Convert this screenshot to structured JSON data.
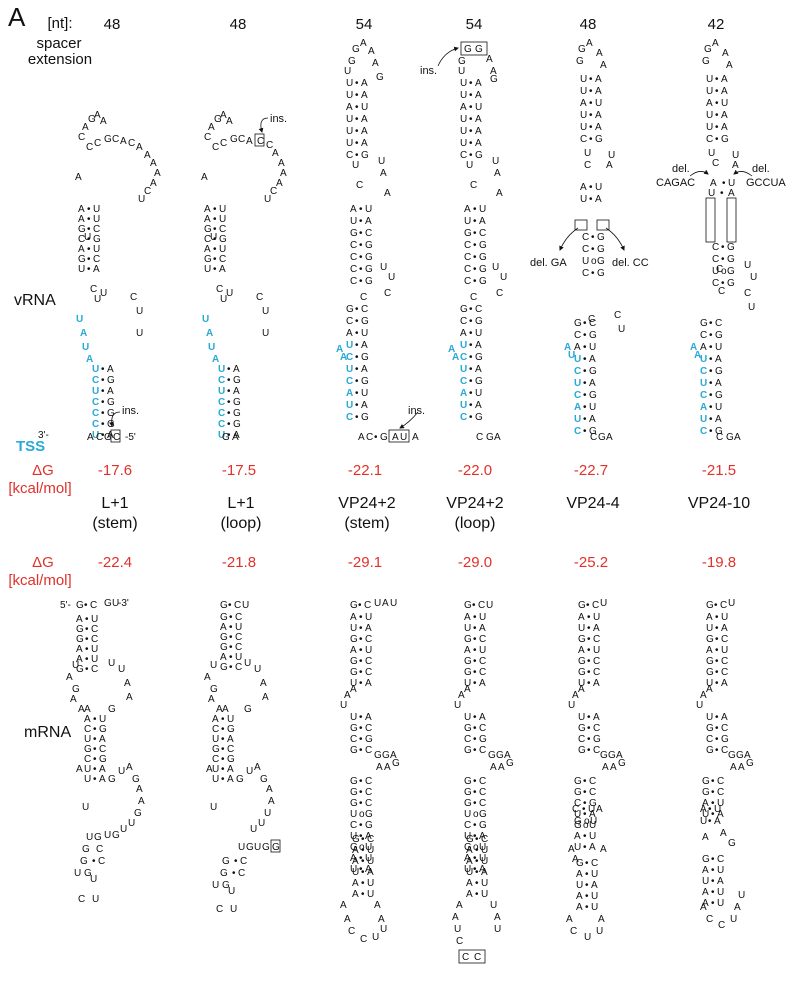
{
  "panel": "A",
  "header": {
    "unit_label": "[nt]:",
    "spacer_label": "spacer",
    "extension_label": "extension",
    "spacer_lengths": [
      "48",
      "48",
      "54",
      "54",
      "48",
      "42"
    ]
  },
  "rows": {
    "vrna": "vRNA",
    "mrna": "mRNA",
    "tss": "TSS",
    "dg_symbol": "ΔG",
    "dg_unit": "[kcal/mol]"
  },
  "vrna_dg": [
    "-17.6",
    "-17.5",
    "-22.1",
    "-22.0",
    "-22.7",
    "-21.5"
  ],
  "mrna_dg": [
    "-22.4",
    "-21.8",
    "-29.1",
    "-29.0",
    "-25.2",
    "-19.8"
  ],
  "constructs": [
    {
      "name": "L+1",
      "sub": "(stem)"
    },
    {
      "name": "L+1",
      "sub": "(loop)"
    },
    {
      "name": "VP24+2",
      "sub": "(stem)"
    },
    {
      "name": "VP24+2",
      "sub": "(loop)"
    },
    {
      "name": "VP24-4",
      "sub": ""
    },
    {
      "name": "VP24-10",
      "sub": ""
    }
  ],
  "annotations": {
    "ins": "ins.",
    "del_ga": "del. GA",
    "del_cc": "del. CC",
    "del": "del.",
    "cagac": "CAGAC",
    "gccua": "GCCUA",
    "ends_3_5": "3'-",
    "ends_5": "-5'",
    "mrna_5": "5'-",
    "mrna_3": "-3'"
  },
  "stem_pairs": {
    "v1": [
      [
        "A",
        "U"
      ],
      [
        "A",
        "U"
      ],
      [
        "G",
        "C"
      ],
      [
        "C",
        "G"
      ],
      [
        "A",
        "U"
      ],
      [
        "G",
        "C"
      ],
      [
        "U",
        "A"
      ]
    ],
    "v1b": [
      [
        "U",
        "A"
      ],
      [
        "C",
        "G"
      ],
      [
        "U",
        "A"
      ],
      [
        "C",
        "G"
      ],
      [
        "C",
        "G"
      ],
      [
        "C",
        "G"
      ],
      [
        "U",
        "A"
      ]
    ],
    "v3a": [
      [
        "U",
        "A"
      ],
      [
        "U",
        "A"
      ],
      [
        "A",
        "U"
      ],
      [
        "U",
        "A"
      ],
      [
        "U",
        "A"
      ],
      [
        "U",
        "A"
      ],
      [
        "C",
        "G"
      ]
    ],
    "v3b": [
      [
        "A",
        "U"
      ],
      [
        "U",
        "A"
      ],
      [
        "G",
        "C"
      ],
      [
        "C",
        "G"
      ],
      [
        "C",
        "G"
      ],
      [
        "C",
        "G"
      ],
      [
        "C",
        "G"
      ]
    ],
    "v3c": [
      [
        "G",
        "C"
      ],
      [
        "C",
        "G"
      ],
      [
        "A",
        "U"
      ],
      [
        "U",
        "A"
      ],
      [
        "C",
        "G"
      ],
      [
        "U",
        "A"
      ],
      [
        "C",
        "G"
      ],
      [
        "A",
        "U"
      ],
      [
        "U",
        "A"
      ],
      [
        "C",
        "G"
      ]
    ],
    "v5a": [
      [
        "U",
        "A"
      ],
      [
        "U",
        "A"
      ],
      [
        "A",
        "U"
      ],
      [
        "U",
        "A"
      ],
      [
        "U",
        "A"
      ],
      [
        "C",
        "G"
      ]
    ],
    "v5b": [
      [
        "A",
        "U"
      ],
      [
        "U",
        "A"
      ]
    ],
    "v5c": [
      [
        "C",
        "G"
      ],
      [
        "C",
        "G"
      ],
      [
        "U",
        "G"
      ],
      [
        "C",
        "G"
      ]
    ],
    "v5d": [
      [
        "G",
        "C"
      ],
      [
        "C",
        "G"
      ],
      [
        "A",
        "U"
      ],
      [
        "U",
        "A"
      ],
      [
        "C",
        "G"
      ],
      [
        "U",
        "A"
      ],
      [
        "C",
        "G"
      ],
      [
        "A",
        "U"
      ],
      [
        "U",
        "A"
      ],
      [
        "C",
        "G"
      ]
    ],
    "m1a": [
      [
        "A",
        "U"
      ],
      [
        "G",
        "C"
      ],
      [
        "G",
        "C"
      ],
      [
        "A",
        "U"
      ],
      [
        "A",
        "U"
      ],
      [
        "G",
        "C"
      ]
    ],
    "m1b": [
      [
        "A",
        "U"
      ],
      [
        "C",
        "G"
      ],
      [
        "U",
        "A"
      ],
      [
        "G",
        "C"
      ],
      [
        "C",
        "G"
      ],
      [
        "U",
        "A"
      ],
      [
        "U",
        "A"
      ]
    ],
    "m1c": [
      [
        "G",
        "C"
      ],
      [
        "A",
        "U"
      ],
      [
        "G",
        "C"
      ],
      [
        "G",
        "C"
      ],
      [
        "A",
        "U"
      ],
      [
        "G",
        "C"
      ]
    ],
    "m3a": [
      [
        "A",
        "U"
      ],
      [
        "U",
        "A"
      ],
      [
        "G",
        "C"
      ],
      [
        "A",
        "U"
      ],
      [
        "G",
        "C"
      ],
      [
        "G",
        "C"
      ],
      [
        "U",
        "A"
      ]
    ],
    "m3b": [
      [
        "U",
        "A"
      ],
      [
        "G",
        "C"
      ],
      [
        "C",
        "G"
      ],
      [
        "G",
        "C"
      ]
    ],
    "m3c": [
      [
        "G",
        "C"
      ],
      [
        "G",
        "C"
      ],
      [
        "G",
        "C"
      ],
      [
        "U",
        "G"
      ],
      [
        "C",
        "G"
      ],
      [
        "U",
        "A"
      ],
      [
        "G",
        "U"
      ],
      [
        "A",
        "U"
      ],
      [
        "U",
        "A"
      ]
    ],
    "m3d": [
      [
        "G",
        "C"
      ],
      [
        "A",
        "U"
      ],
      [
        "A",
        "U"
      ],
      [
        "U",
        "A"
      ],
      [
        "A",
        "U"
      ],
      [
        "A",
        "U"
      ]
    ],
    "m5c": [
      [
        "G",
        "C"
      ],
      [
        "G",
        "C"
      ],
      [
        "C",
        "G"
      ],
      [
        "U",
        "A"
      ],
      [
        "G",
        "U"
      ],
      [
        "A",
        "U"
      ],
      [
        "U",
        "A"
      ]
    ],
    "m5d": [
      [
        "G",
        "C"
      ],
      [
        "A",
        "U"
      ],
      [
        "U",
        "A"
      ],
      [
        "A",
        "U"
      ],
      [
        "A",
        "U"
      ]
    ],
    "m6c": [
      [
        "G",
        "C"
      ],
      [
        "G",
        "C"
      ],
      [
        "A",
        "U"
      ],
      [
        "U",
        "A"
      ]
    ],
    "m6d": [
      [
        "G",
        "C"
      ],
      [
        "A",
        "U"
      ],
      [
        "U",
        "A"
      ],
      [
        "A",
        "U"
      ],
      [
        "A",
        "U"
      ]
    ]
  }
}
